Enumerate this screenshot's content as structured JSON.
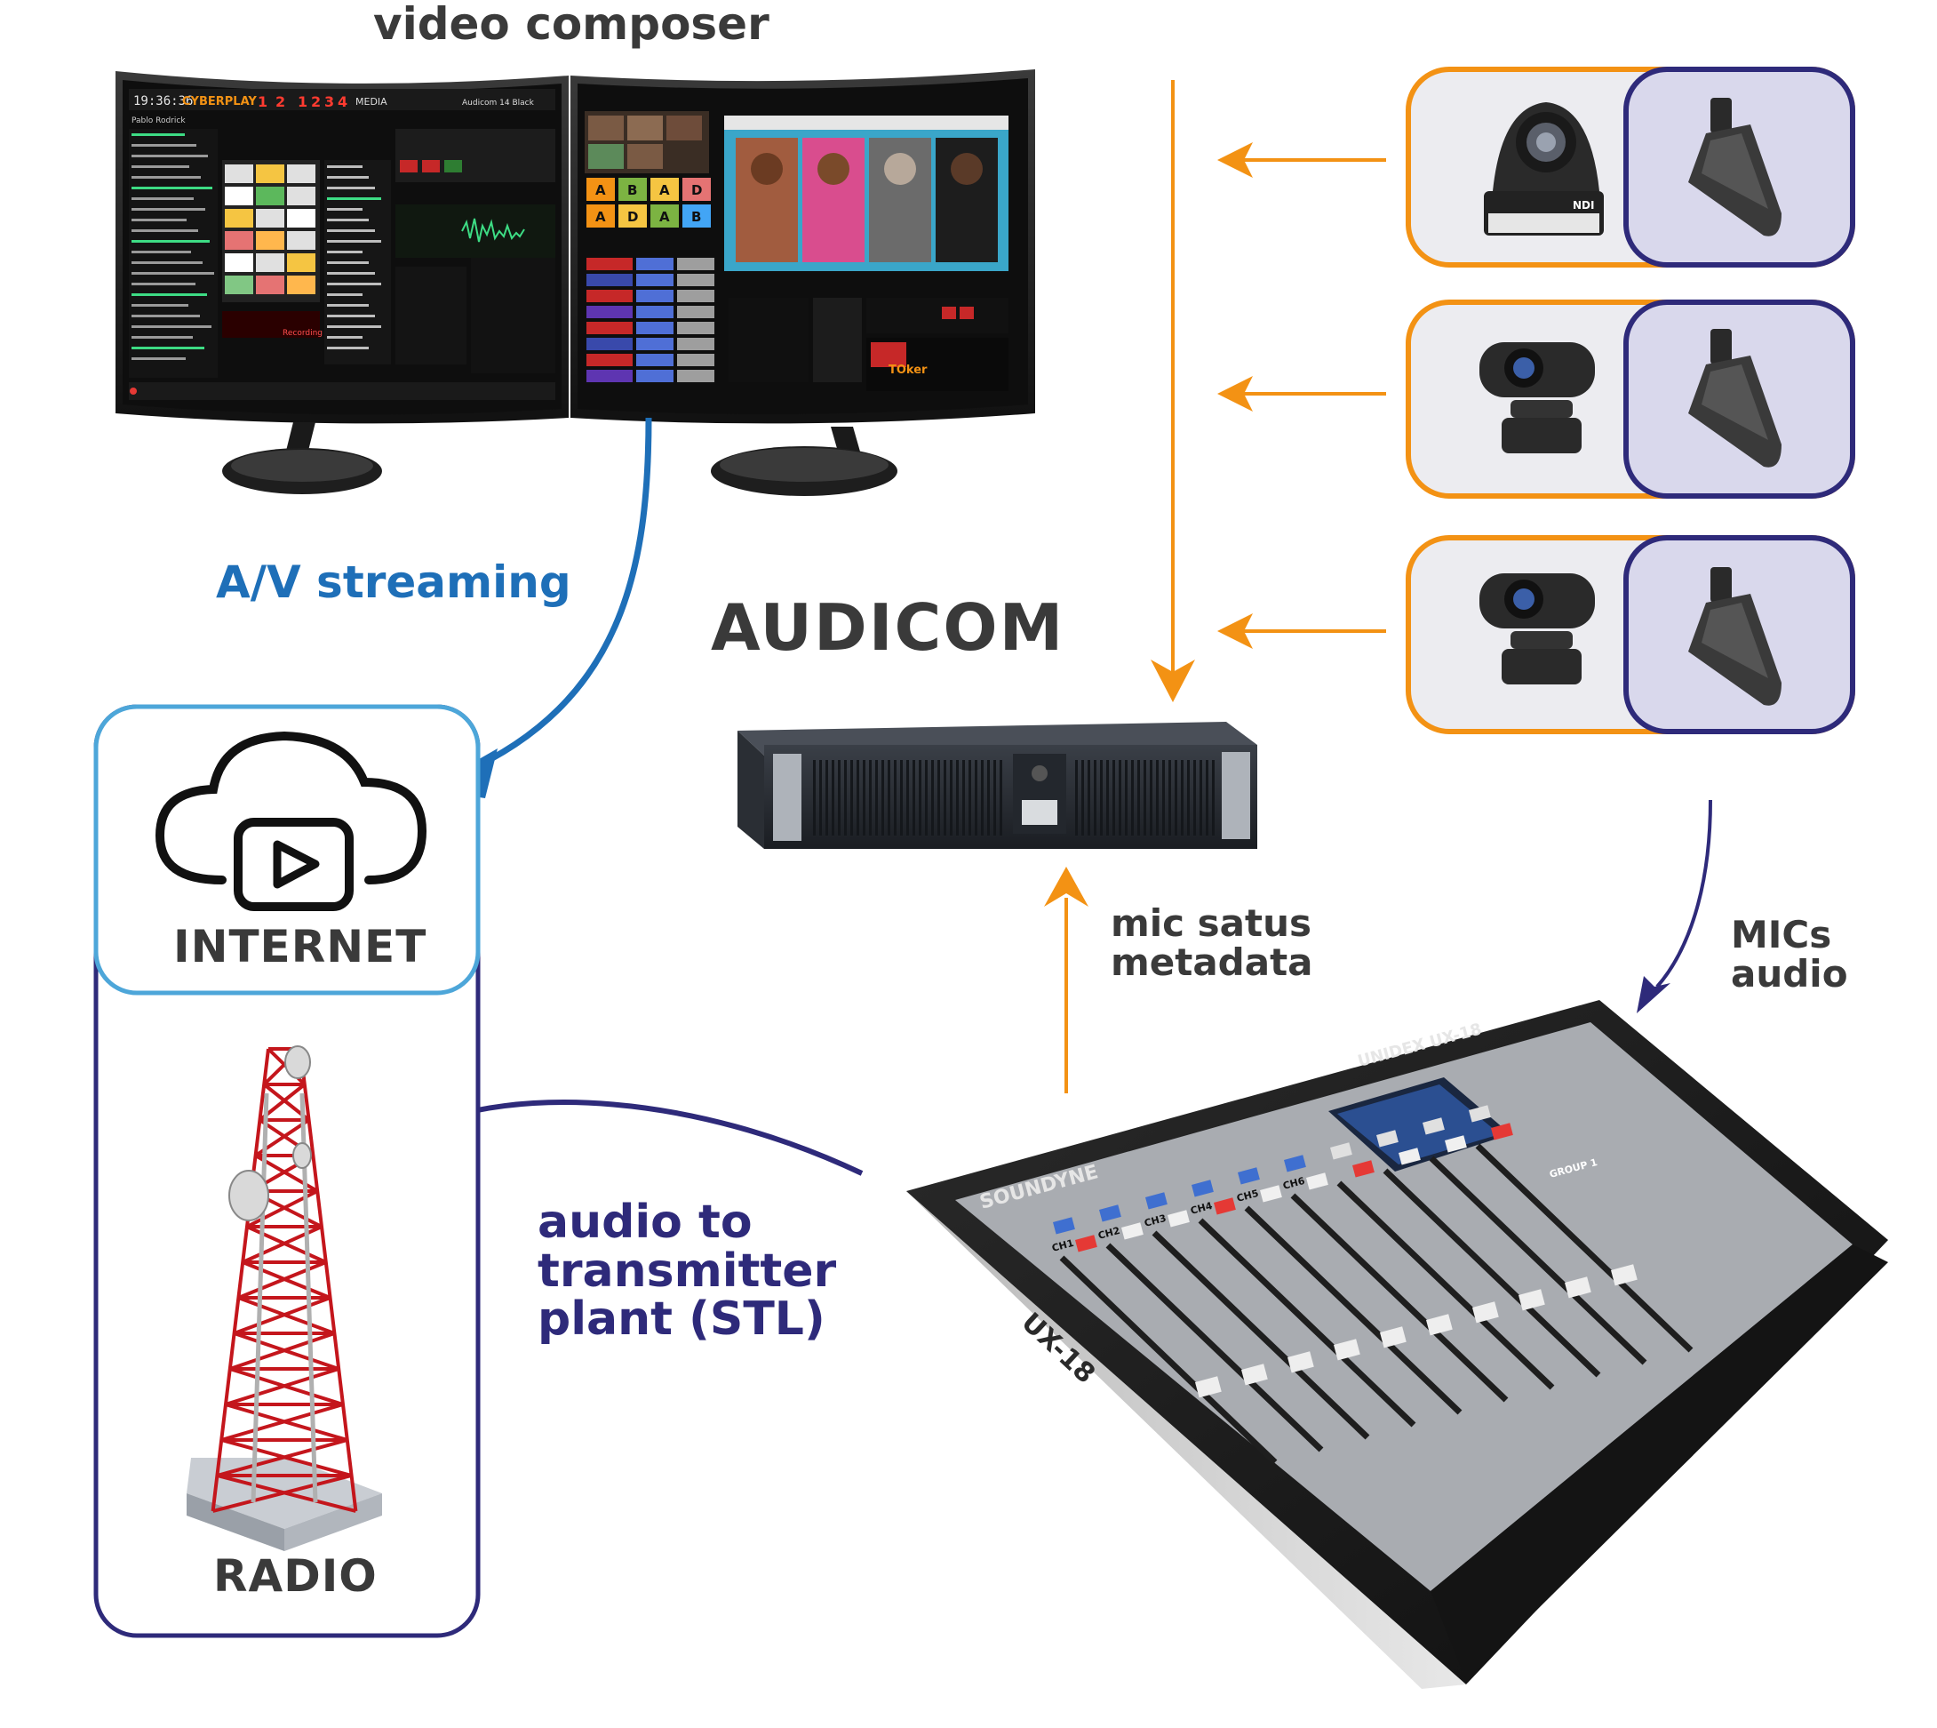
{
  "title": "video composer",
  "labels": {
    "av_streaming": "A/V streaming",
    "audicom": "AUDICOM",
    "internet": "INTERNET",
    "radio": "RADIO",
    "mic_status": "mic satus\nmetadata",
    "mics_audio": "MICs\naudio",
    "audio_to_tx": "audio to\ntransmitter\nplant (STL)"
  },
  "screen_left": {
    "logo": "CYBERPLAY",
    "clock": "19:36:36",
    "decks": [
      "1",
      "2",
      "1",
      "2",
      "3",
      "4"
    ],
    "menu": "MEDIA",
    "banner": "Audicom 14 Black",
    "status": "Recording",
    "user": "Pablo Rodrick"
  },
  "screen_right": {
    "grid_letters": [
      "A",
      "B",
      "A",
      "D",
      "A",
      "D",
      "A",
      "B"
    ],
    "logo": "TOker"
  },
  "devices": {
    "ptz_camera_badge": "NDI",
    "console_brand": "SOUNDYNE",
    "console_model_top": "UNIDEX UX-18",
    "console_model_side": "UX-18",
    "channels": [
      "CH1",
      "CH2",
      "CH3",
      "CH4",
      "CH5",
      "CH6"
    ],
    "master_section": "GROUP 1"
  },
  "colors": {
    "title_text": "#3a3a3a",
    "streaming_blue": "#1e6fb8",
    "stl_navy": "#2e2a7a",
    "feed_orange": "#f39214",
    "internet_border": "#4da6d9",
    "radio_border": "#2e2a7a",
    "tower_red": "#c4161c"
  }
}
